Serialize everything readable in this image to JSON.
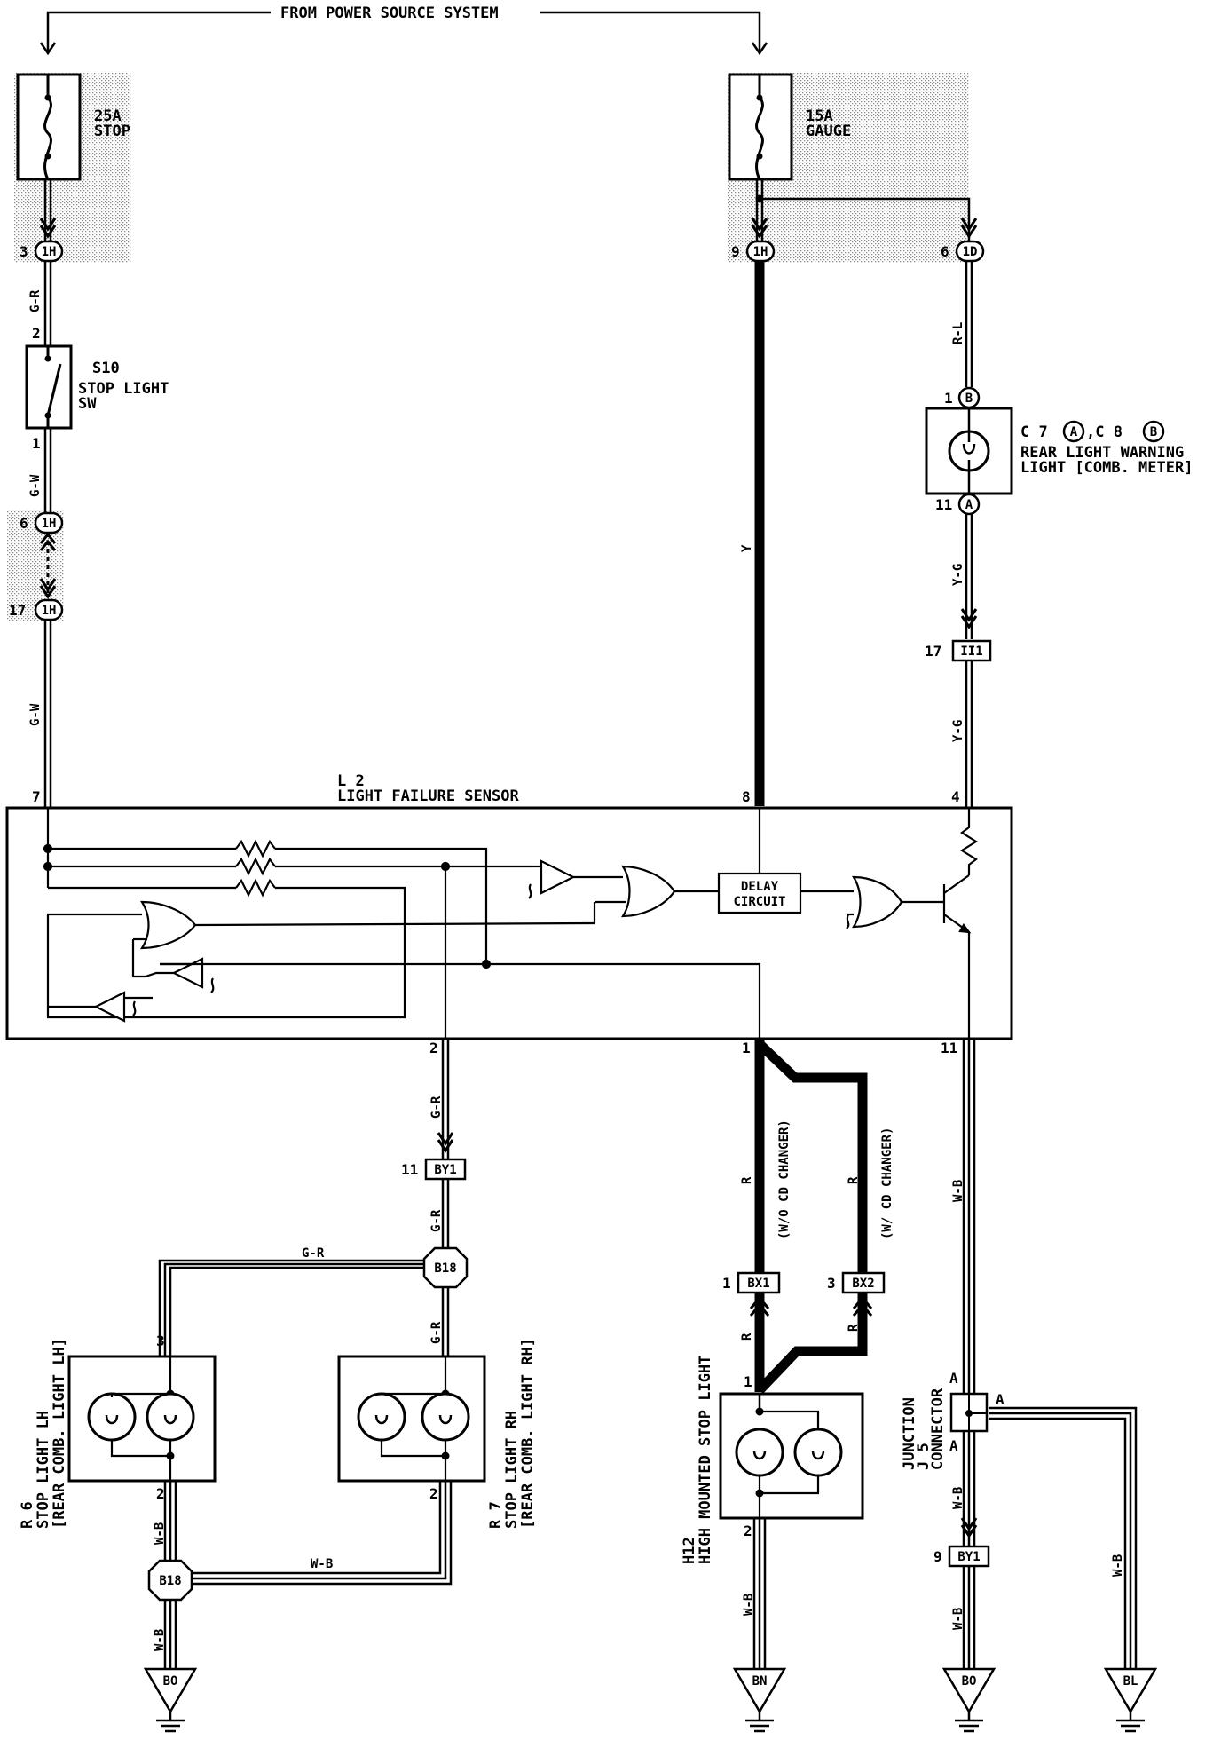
{
  "power_source": "FROM POWER SOURCE SYSTEM",
  "fuses": {
    "stop": {
      "rating": "25A",
      "name": "STOP"
    },
    "gauge": {
      "rating": "15A",
      "name": "GAUGE"
    }
  },
  "connectors": {
    "c_1h_3": "1H",
    "c_1h_9": "1H",
    "c_1d_6": "1D",
    "c_1h_6": "1H",
    "c_1h_17": "1H",
    "ii1": "II1",
    "by1_11": "BY1",
    "bx1": "BX1",
    "bx2": "BX2",
    "by1_9": "BY1",
    "b18_top": "B18",
    "b18_bottom": "B18",
    "c7": "A",
    "c8": "B",
    "gnd_bo_left": "BO",
    "gnd_bn": "BN",
    "gnd_bo_right": "BO",
    "gnd_bl": "BL"
  },
  "pins": {
    "p3": "3",
    "p9": "9",
    "p6a": "6",
    "p2a": "2",
    "p1a": "1",
    "p6b": "6",
    "p17a": "17",
    "p7": "7",
    "p8": "8",
    "p4": "4",
    "p1b": "1",
    "p11a": "11",
    "p17b": "17",
    "p2b": "2",
    "p1c": "1",
    "p11b": "11",
    "p11c": "11",
    "p3b": "3",
    "p1d": "1",
    "p3c": "3",
    "p2c": "2",
    "p2d": "2",
    "p1e": "1",
    "p2e": "2",
    "p9b": "9",
    "pA1": "A",
    "pA2": "A",
    "pA3": "A"
  },
  "wires": {
    "g_r_1": "G-R",
    "g_w_1": "G-W",
    "g_w_2": "G-W",
    "y": "Y",
    "r_l": "R-L",
    "y_g_1": "Y-G",
    "y_g_2": "Y-G",
    "g_r_2": "G-R",
    "g_r_3": "G-R",
    "g_r_4": "G-R",
    "g_r_5": "G-R",
    "r_1": "R",
    "r_2": "R",
    "r_3": "R",
    "r_4": "R",
    "w_b_1": "W-B",
    "w_b_2": "W-B",
    "w_b_3": "W-B",
    "w_b_4": "W-B",
    "w_b_5": "W-B",
    "w_b_6": "W-B",
    "w_b_7": "W-B",
    "w_b_8": "W-B",
    "wo_cd": "(W/O CD CHANGER)",
    "w_cd": "(W/ CD CHANGER)"
  },
  "components": {
    "s10": {
      "id": "S10",
      "line1": "STOP LIGHT",
      "line2": "SW"
    },
    "c7c8": {
      "prefix": "C 7",
      "mid": ",C 8",
      "line1": "REAR LIGHT WARNING",
      "line2": "LIGHT [COMB. METER]"
    },
    "l2": {
      "id": "L 2",
      "name": "LIGHT FAILURE SENSOR"
    },
    "delay": {
      "line1": "DELAY",
      "line2": "CIRCUIT"
    },
    "r6": {
      "id": "R 6",
      "line1": "STOP LIGHT LH",
      "line2": "[REAR COMB. LIGHT LH]"
    },
    "r7": {
      "id": "R 7",
      "line1": "STOP LIGHT RH",
      "line2": "[REAR COMB. LIGHT RH]"
    },
    "h12": {
      "id": "H12",
      "line1": "HIGH MOUNTED STOP LIGHT"
    },
    "j5": {
      "id": "J 5",
      "line1": "JUNCTION",
      "line2": "CONNECTOR"
    }
  }
}
